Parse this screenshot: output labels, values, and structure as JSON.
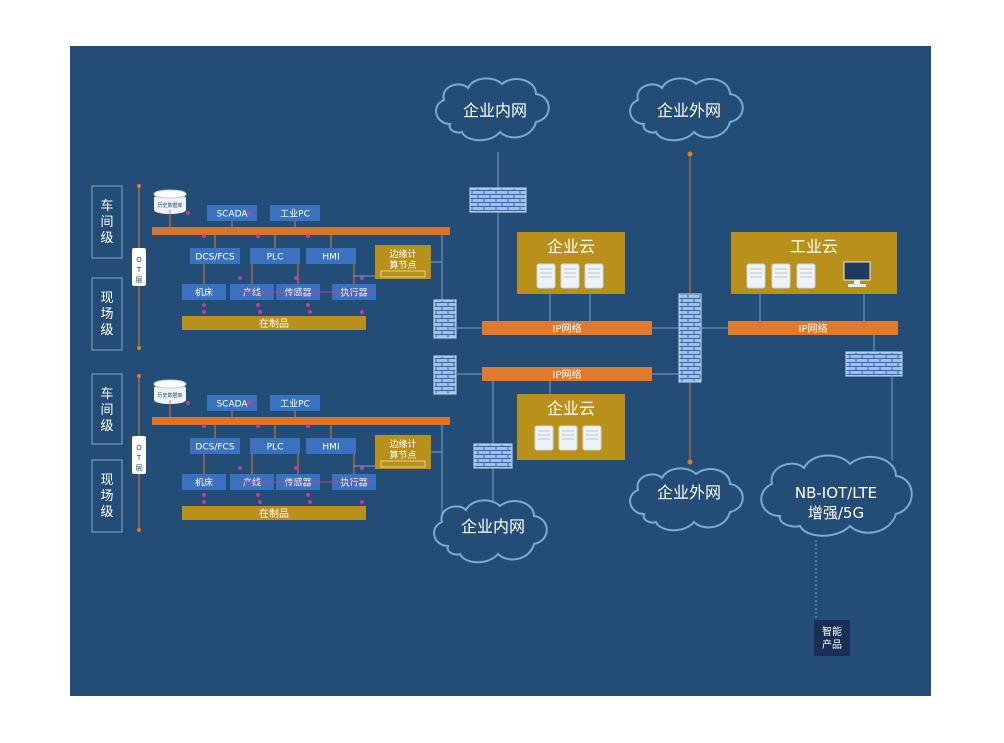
{
  "level_labels": {
    "workshop": "车间级",
    "field": "现场级",
    "ot": "OT层"
  },
  "units": [
    {
      "db": "历史数据库",
      "scada": "SCADA",
      "ipc": "工业PC",
      "dcs": "DCS/FCS",
      "plc": "PLC",
      "hmi": "HMI",
      "edge": "边缘计算节点",
      "devices": [
        "机床",
        "产线",
        "传感器",
        "执行器"
      ],
      "wip": "在制品"
    },
    {
      "db": "历史数据库",
      "scada": "SCADA",
      "ipc": "工业PC",
      "dcs": "DCS/FCS",
      "plc": "PLC",
      "hmi": "HMI",
      "edge": "边缘计算节点",
      "devices": [
        "机床",
        "产线",
        "传感器",
        "执行器"
      ],
      "wip": "在制品"
    }
  ],
  "clouds": {
    "intranet_top": "企业内网",
    "extranet_top": "企业外网",
    "intranet_bottom": "企业内网",
    "extranet_bottom": "企业外网",
    "nb_iot_line1": "NB-IOT/LTE",
    "nb_iot_line2": "增强/5G"
  },
  "enterprise_cloud_top": "企业云",
  "enterprise_cloud_bottom": "企业云",
  "industrial_cloud": "工业云",
  "ip_network": [
    "IP网络",
    "IP网络",
    "IP网络"
  ],
  "smart_product": "智能产品",
  "colors": {
    "background": "#234c76",
    "box_blue": "#3b72c0",
    "gold": "#b8901a",
    "orange": "#e07a2e",
    "firewall": "#8eb4e0",
    "cloud_outline": "#7aaad6",
    "magenta": "#c43c9a"
  }
}
